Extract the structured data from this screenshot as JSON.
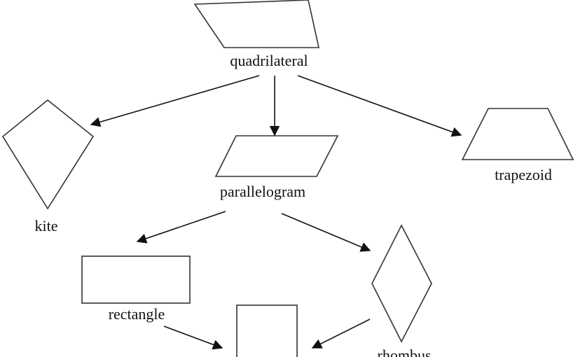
{
  "diagram": {
    "nodes": [
      {
        "id": "quadrilateral",
        "label": "quadrilateral"
      },
      {
        "id": "kite",
        "label": "kite"
      },
      {
        "id": "parallelogram",
        "label": "parallelogram"
      },
      {
        "id": "trapezoid",
        "label": "trapezoid"
      },
      {
        "id": "rectangle",
        "label": "rectangle"
      },
      {
        "id": "rhombus",
        "label": "rhombus"
      },
      {
        "id": "square",
        "label": ""
      }
    ],
    "edges": [
      {
        "from": "quadrilateral",
        "to": "kite"
      },
      {
        "from": "quadrilateral",
        "to": "parallelogram"
      },
      {
        "from": "quadrilateral",
        "to": "trapezoid"
      },
      {
        "from": "parallelogram",
        "to": "rectangle"
      },
      {
        "from": "parallelogram",
        "to": "rhombus"
      },
      {
        "from": "rectangle",
        "to": "square"
      },
      {
        "from": "rhombus",
        "to": "square"
      }
    ],
    "colors": {
      "stroke": "#333333",
      "arrow": "#111111",
      "text": "#111111",
      "background": "#ffffff"
    }
  }
}
